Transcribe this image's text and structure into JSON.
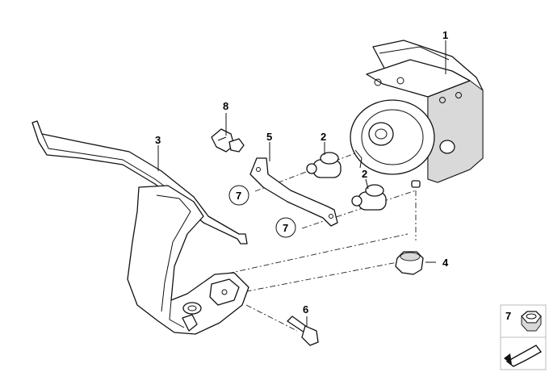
{
  "diagram": {
    "callouts": {
      "p1": "1",
      "p2a": "2",
      "p2b": "2",
      "p3": "3",
      "p4": "4",
      "p5": "5",
      "p6": "6",
      "p7a": "7",
      "p7b": "7",
      "p8": "8"
    },
    "legend": {
      "number": "7",
      "icons": [
        "hex-nut-icon",
        "arrow-icon"
      ]
    }
  }
}
